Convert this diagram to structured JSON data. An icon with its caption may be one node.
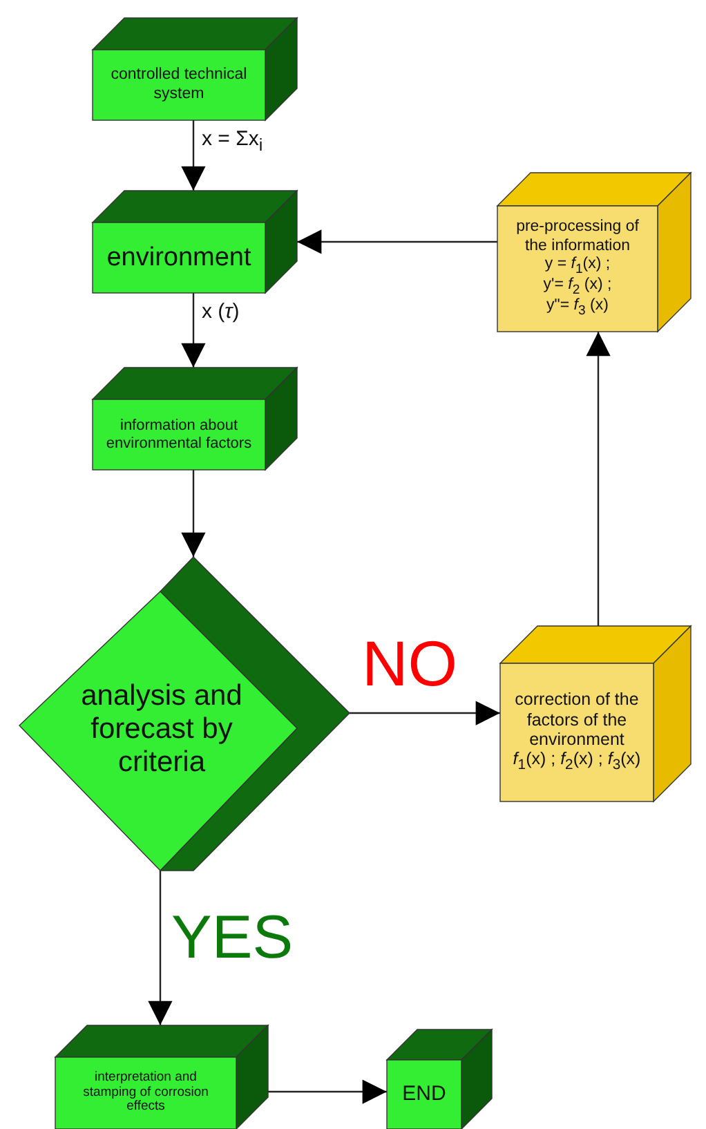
{
  "diagram": {
    "nodes": [
      {
        "text": [
          "controlled technical system"
        ]
      },
      {
        "text": [
          "environment"
        ]
      },
      {
        "text": [
          "information about environmental factors"
        ]
      },
      {
        "text": [
          "analysis and forecast by criteria"
        ]
      },
      {
        "text": [
          "pre-processing of the information",
          "y = *f*$_{1}$(x) ;",
          "y'= *f*$_{2}$ (x) ;",
          "y\"= *f*$_{3}$ (x)"
        ]
      },
      {
        "text": [
          "correction of the factors of the environment",
          "*f*$_{1}$(x) ; *f*$_{2}$(x) ; *f*$_{3}$(x)"
        ]
      },
      {
        "text": [
          "interpretation and stamping of corrosion effects"
        ]
      },
      {
        "text": [
          "END"
        ]
      }
    ],
    "edges": [
      {
        "from": 0,
        "to": 1,
        "arrow": "to",
        "label": "x = Σx$_{i}$"
      },
      {
        "from": 1,
        "to": 2,
        "arrow": "to",
        "label": "x (*τ*)"
      },
      {
        "from": 2,
        "to": 3,
        "arrow": "to"
      },
      {
        "from": 3,
        "to": 5,
        "arrow": "to",
        "label": "NO"
      },
      {
        "from": 5,
        "to": 4,
        "arrow": "to"
      },
      {
        "from": 4,
        "to": 1,
        "arrow": "to"
      },
      {
        "from": 3,
        "to": 6,
        "arrow": "to",
        "label": "YES"
      },
      {
        "from": 6,
        "to": 7,
        "arrow": "to"
      }
    ]
  }
}
